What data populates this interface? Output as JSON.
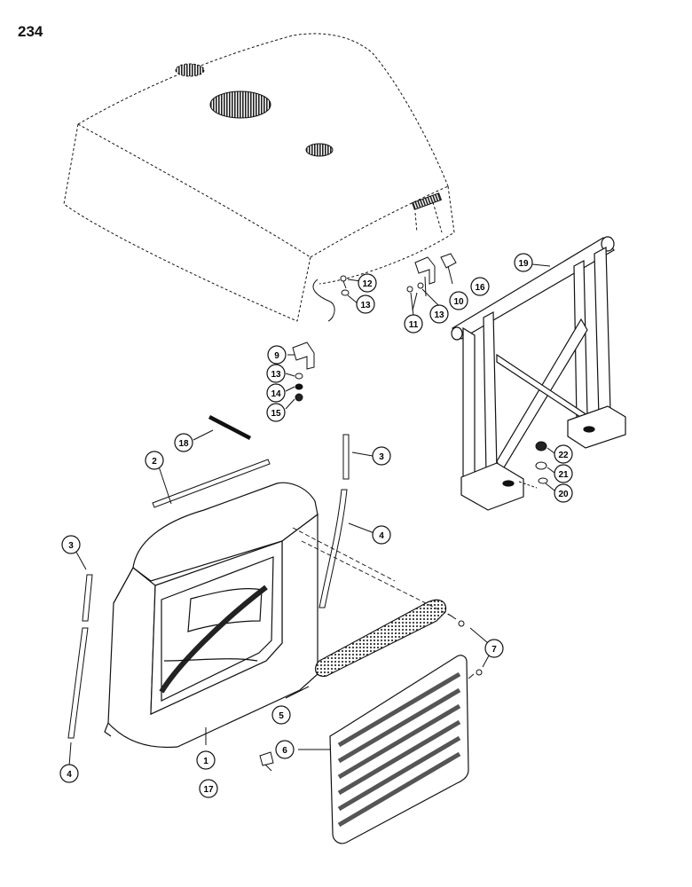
{
  "page": {
    "number": "234"
  },
  "colors": {
    "ink": "#111111",
    "paper": "#ffffff",
    "hatch": "#555555"
  },
  "callouts": [
    {
      "id": "c1",
      "label": "1"
    },
    {
      "id": "c2",
      "label": "2"
    },
    {
      "id": "c3a",
      "label": "3"
    },
    {
      "id": "c3b",
      "label": "3"
    },
    {
      "id": "c4a",
      "label": "4"
    },
    {
      "id": "c4b",
      "label": "4"
    },
    {
      "id": "c5",
      "label": "5"
    },
    {
      "id": "c6",
      "label": "6"
    },
    {
      "id": "c7",
      "label": "7"
    },
    {
      "id": "c9",
      "label": "9"
    },
    {
      "id": "c10",
      "label": "10"
    },
    {
      "id": "c11",
      "label": "11"
    },
    {
      "id": "c12",
      "label": "12"
    },
    {
      "id": "c13a",
      "label": "13"
    },
    {
      "id": "c13b",
      "label": "13"
    },
    {
      "id": "c13c",
      "label": "13"
    },
    {
      "id": "c14",
      "label": "14"
    },
    {
      "id": "c15",
      "label": "15"
    },
    {
      "id": "c16",
      "label": "16"
    },
    {
      "id": "c17",
      "label": "17"
    },
    {
      "id": "c18",
      "label": "18"
    },
    {
      "id": "c19",
      "label": "19"
    },
    {
      "id": "c20",
      "label": "20"
    },
    {
      "id": "c21",
      "label": "21"
    },
    {
      "id": "c22",
      "label": "22"
    }
  ]
}
